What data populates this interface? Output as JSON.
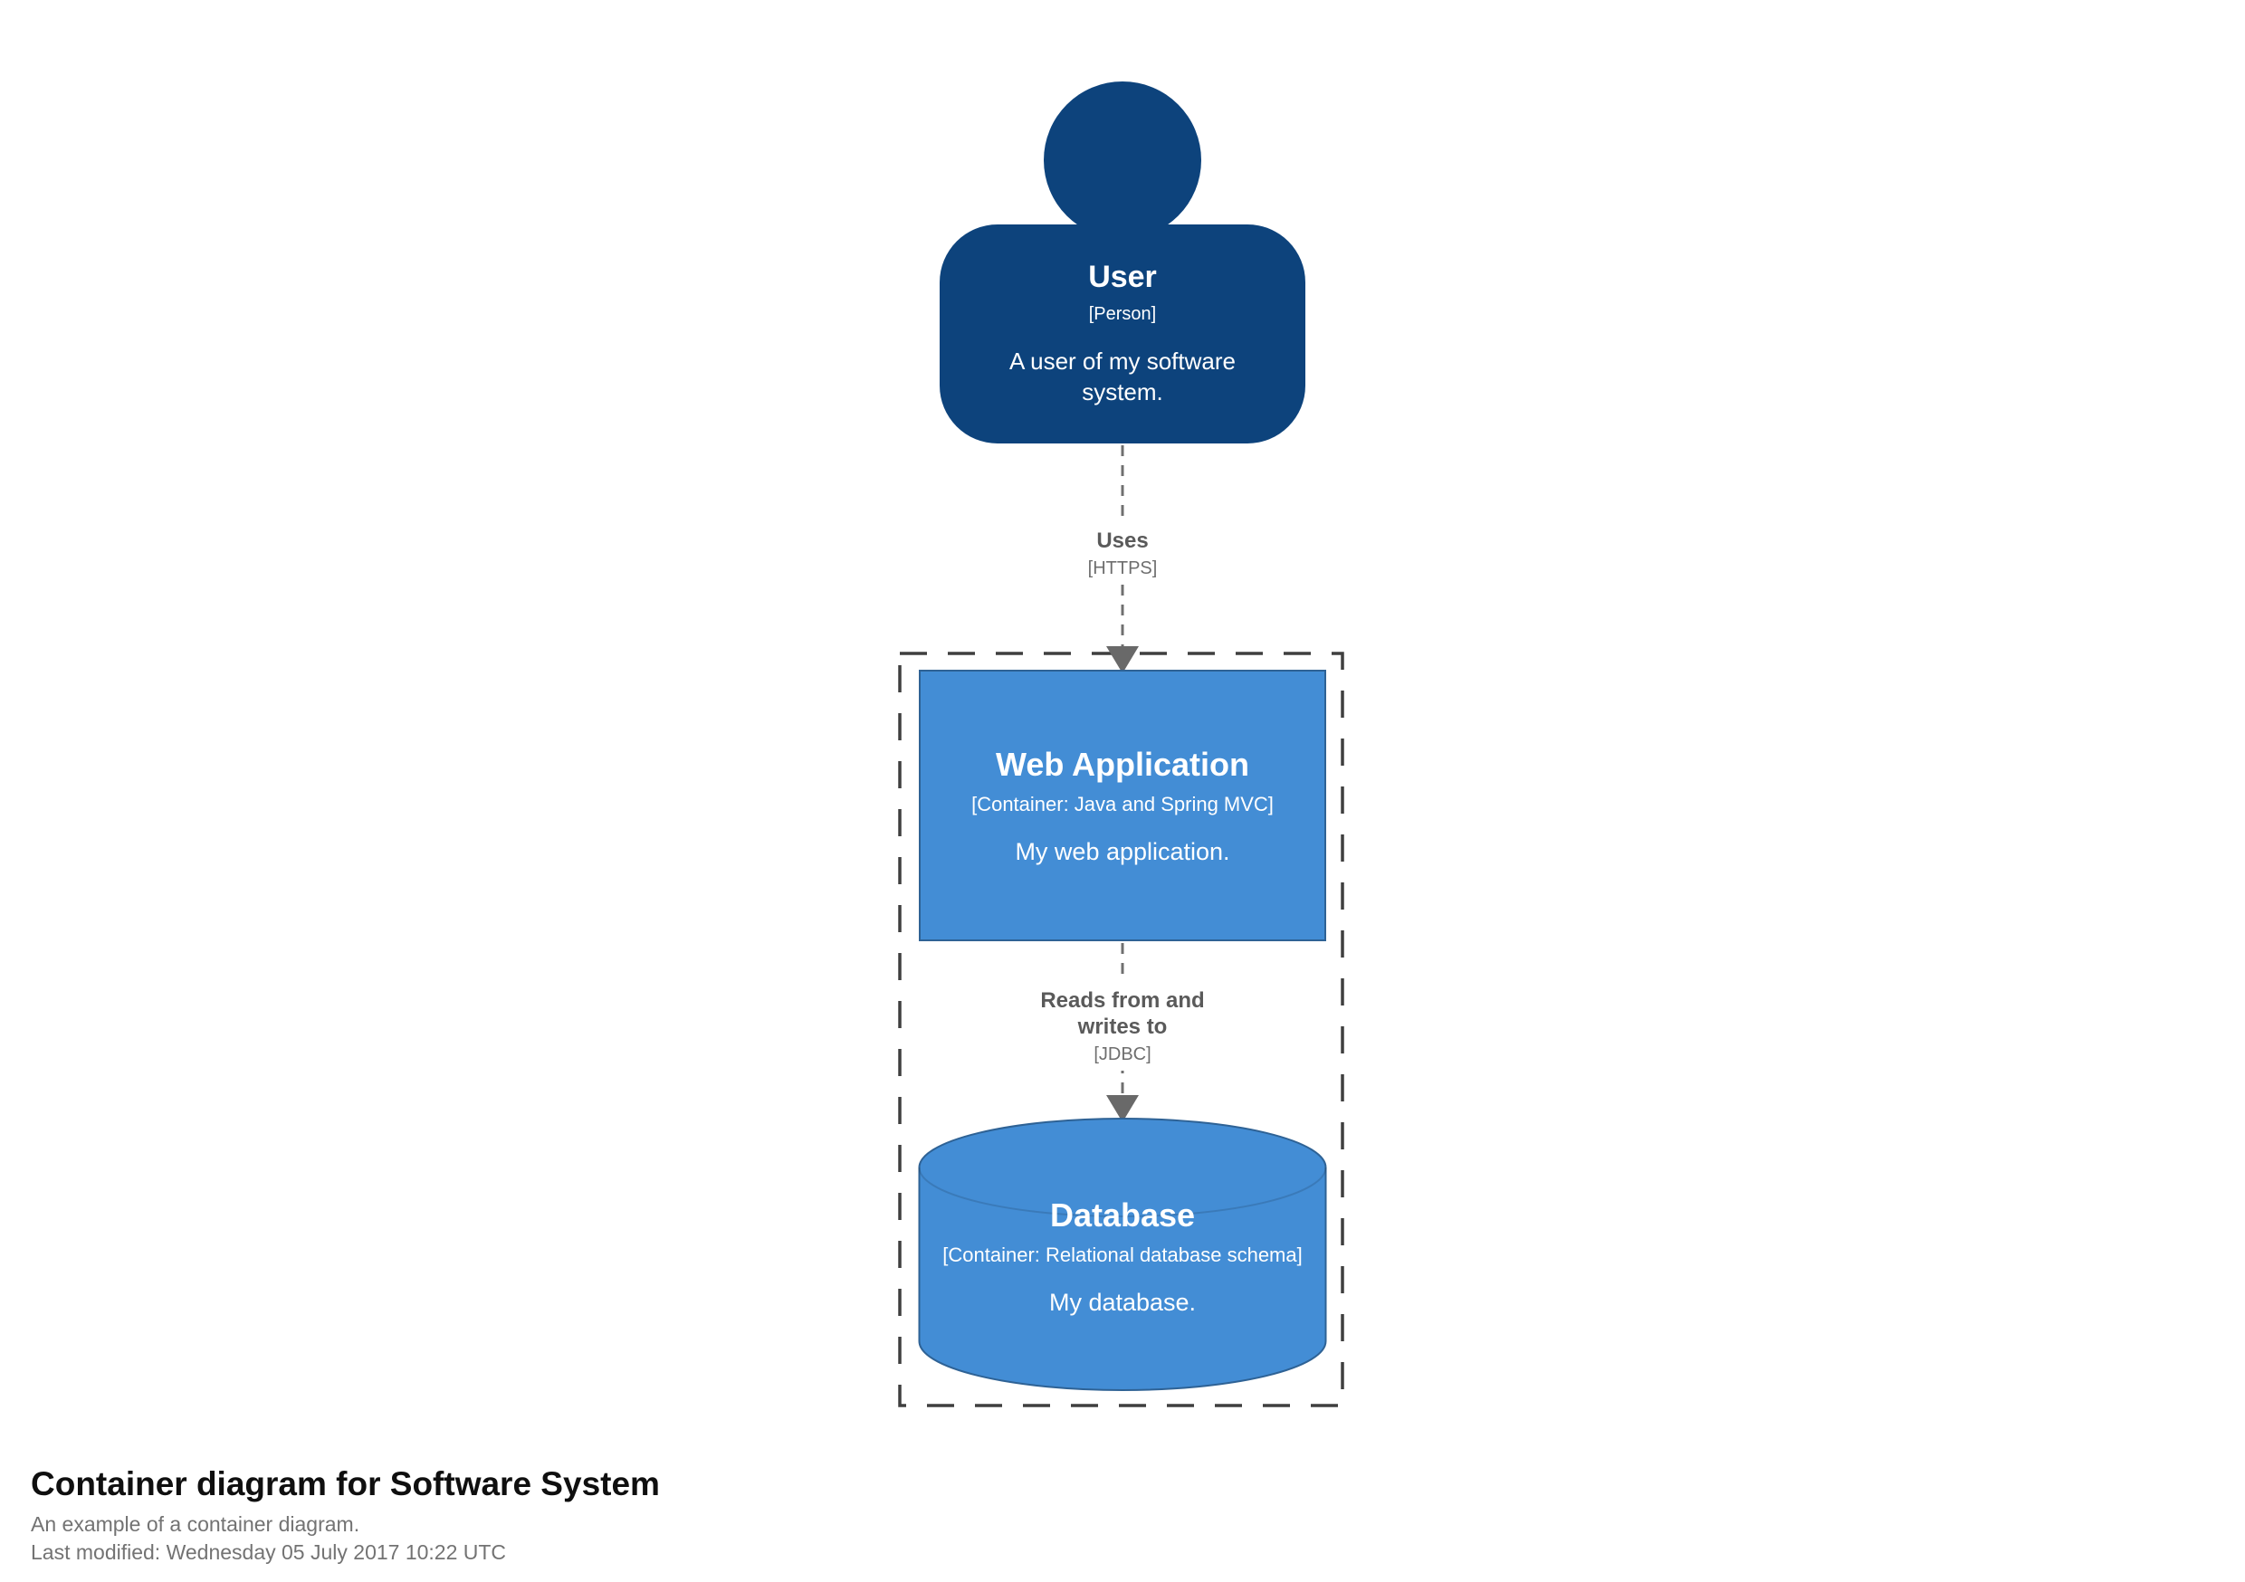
{
  "person": {
    "name": "User",
    "meta": "[Person]",
    "description": "A user of my software system."
  },
  "relationships": {
    "uses": {
      "label": "Uses",
      "technology": "[HTTPS]"
    },
    "reads": {
      "label": "Reads from and writes to",
      "technology": "[JDBC]"
    }
  },
  "containers": {
    "web": {
      "name": "Web Application",
      "meta": "[Container: Java and Spring MVC]",
      "description": "My web application."
    },
    "db": {
      "name": "Database",
      "meta": "[Container: Relational database schema]",
      "description": "My database."
    }
  },
  "footer": {
    "title": "Container diagram for Software System",
    "subtitle": "An example of a container diagram.",
    "last_modified": "Last modified: Wednesday 05 July 2017 10:22 UTC"
  },
  "colors": {
    "person_fill": "#0d437c",
    "container_fill": "#438dd5",
    "container_border": "#2e6295",
    "relationship_line": "#707070",
    "arrowhead": "#696969",
    "relationship_label": "#5a5a5a",
    "boundary_stroke": "#3f3f3f",
    "title_text": "#0f0f0f",
    "subtitle_text": "#737373"
  }
}
